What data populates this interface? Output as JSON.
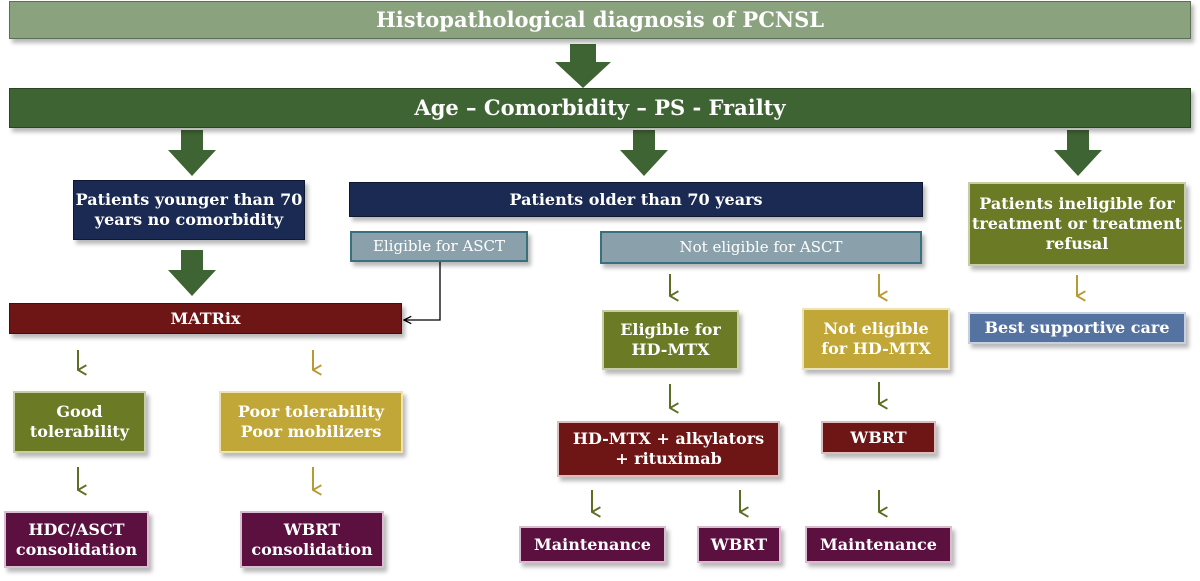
{
  "colors": {
    "sage": "#8aa27d",
    "forest": "#3f6433",
    "navy": "#1a2a52",
    "grey_blue": "#8aa1ab",
    "steel": "#3a6f80",
    "olive": "#6b7a24",
    "gold": "#c1a638",
    "maroon": "#6e1515",
    "plum": "#5c1040",
    "slate": "#5573a0"
  },
  "diagram": {
    "title": "Histopathological diagnosis of PCNSL",
    "criteria": "Age – Comorbidity – PS - Frailty",
    "younger": "Patients younger than 70\nyears no comorbidity",
    "older": "Patients older than 70 years",
    "ineligible": "Patients ineligible for\ntreatment or treatment\nrefusal",
    "eligible_asct": "Eligible for ASCT",
    "not_eligible_asct": "Not eligible for ASCT",
    "matrix": "MATRix",
    "eligible_hdmtx": "Eligible for\nHD-MTX",
    "not_eligible_hdmtx": "Not eligible\nfor HD-MTX",
    "best_care": "Best supportive care",
    "good_tol": "Good\ntolerability",
    "poor_tol": "Poor tolerability\nPoor mobilizers",
    "hdmtx_combo": "HD-MTX + alkylators\n+ rituximab",
    "wbrt": "WBRT",
    "hdc_asct": "HDC/ASCT\nconsolidation",
    "wbrt_cons": "WBRT\nconsolidation",
    "maintenance_1": "Maintenance",
    "wbrt_2": "WBRT",
    "maintenance_2": "Maintenance"
  }
}
